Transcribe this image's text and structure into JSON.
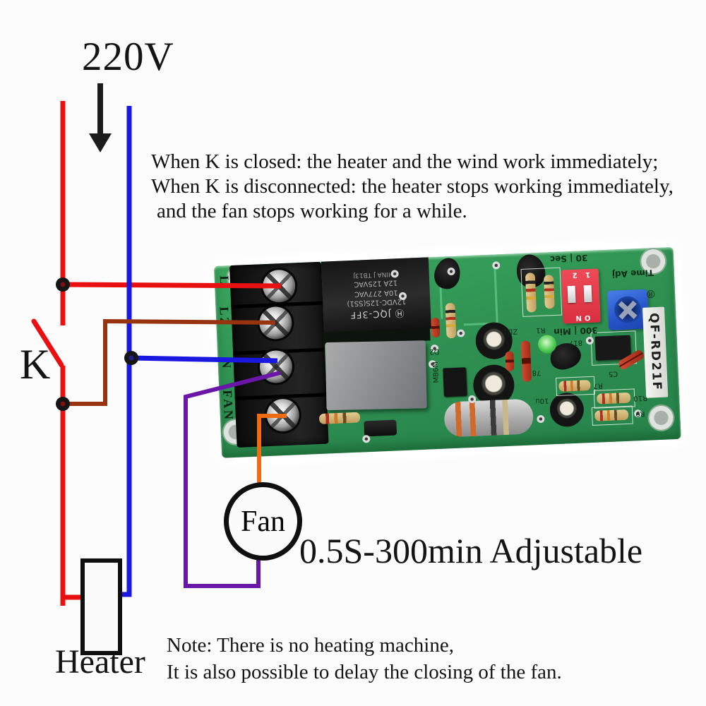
{
  "voltage_label": "220V",
  "switch_label": "K",
  "fan_label": "Fan",
  "heater_label": "Heater",
  "adjustable_text": "0.5S-300min Adjustable",
  "description": {
    "line1": "When K is closed: the heater and the wind work immediately;",
    "line2": "When K is disconnected: the heater stops working immediately,",
    "line3": "and the fan stops working for a while."
  },
  "note": {
    "line1": "Note: There is no heating machine,",
    "line2": "It is also possible to delay the closing of the fan."
  },
  "pcb": {
    "model": "QF-RD21F",
    "registered_mark": "®",
    "terminals": [
      "L",
      "L2",
      "N",
      "FAN"
    ],
    "relay": {
      "brand_model": "Ⓗ JQC-3FF",
      "line1": "12VDC-12S(SS1)",
      "line2": "10A 277VAC",
      "line3": "12A 125VAC",
      "line4": "CHINA J  TB13J"
    },
    "silkscreen": {
      "sec_scale": "30 | Sec",
      "min_scale": "300 | Min",
      "time_adj": "Time Adj",
      "dip_numbers": "1 2",
      "dip_on": "ON"
    },
    "refs": {
      "d2": "D2",
      "mb6m": "MB6M",
      "zd1": "ZD1",
      "r1": "R1",
      "opto817": "817",
      "n78": "78",
      "c5": "C5",
      "r7": "R7",
      "r10": "R10",
      "r9": "R9",
      "c10u": "10u"
    }
  },
  "colors": {
    "wire_live_red": "#e81010",
    "wire_neutral_blue": "#1a18e0",
    "wire_switched_brown": "#97330f",
    "wire_fan_purple": "#6a16a8",
    "wire_fan_orange": "#f06c12",
    "pcb_green": "#2f9152",
    "dip_red": "#e04048",
    "trimmer_blue": "#2c5cd0",
    "relay_black": "#1c1c1c"
  }
}
